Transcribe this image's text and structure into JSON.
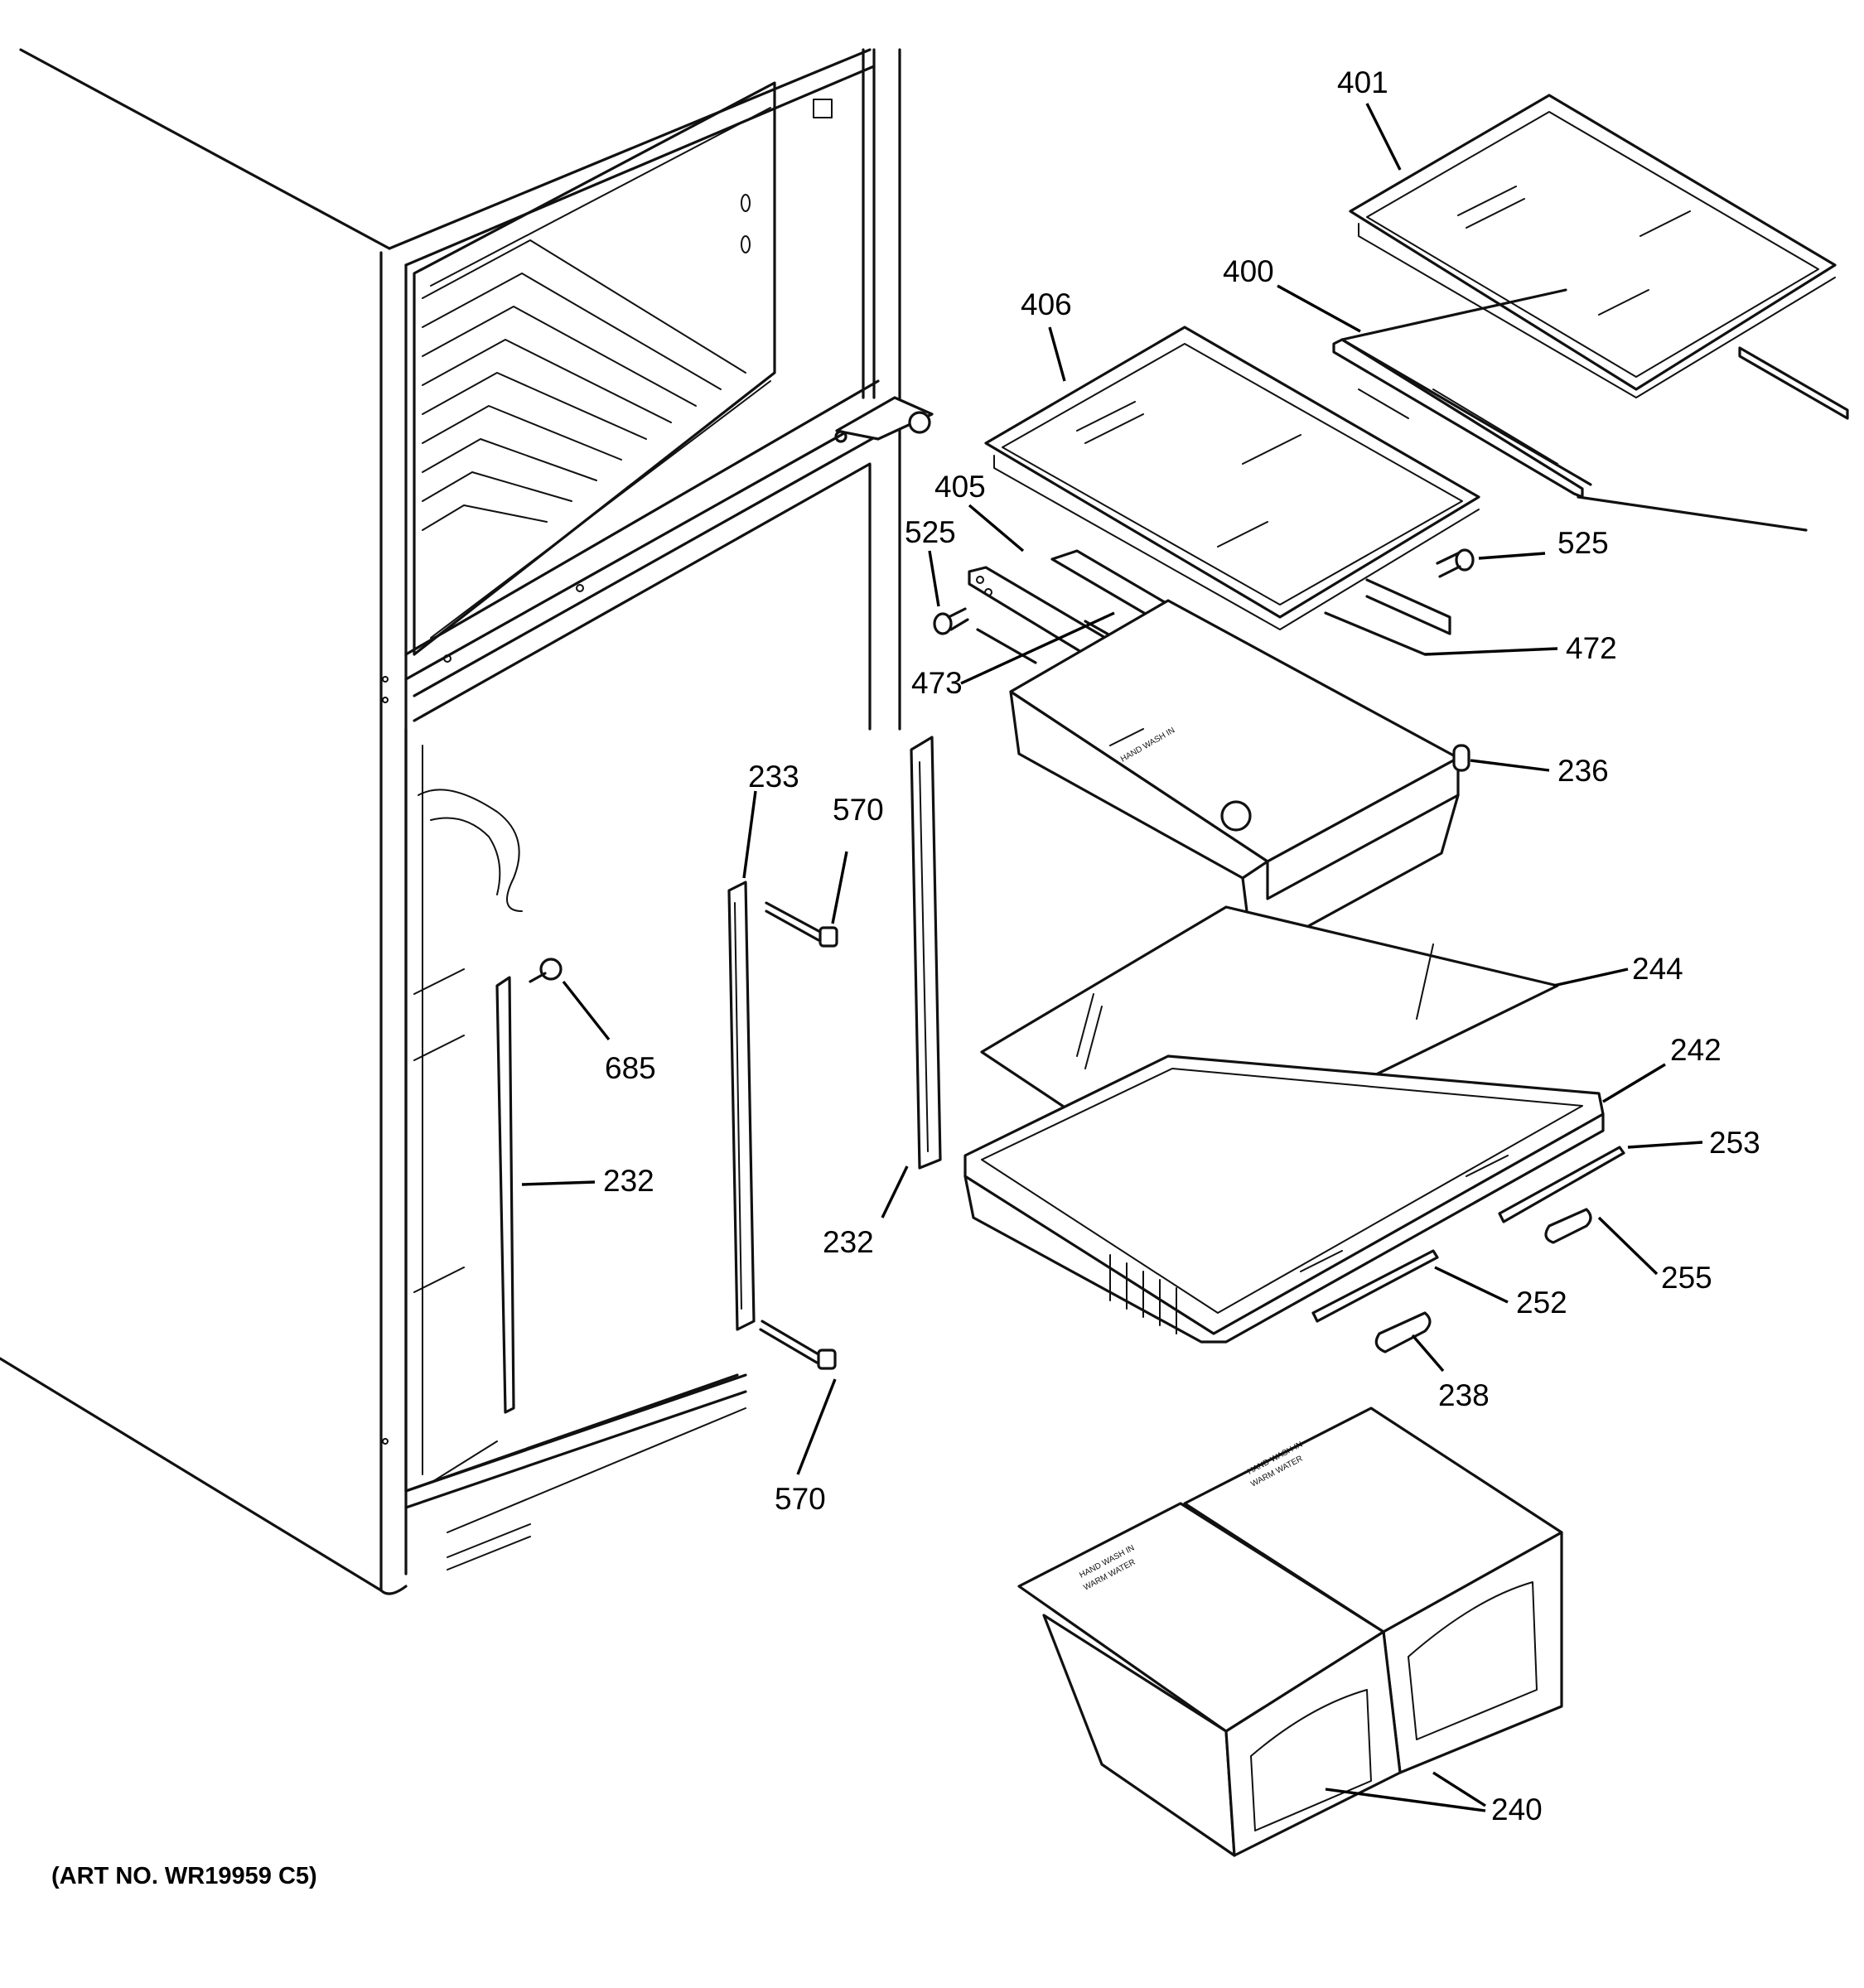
{
  "callouts": [
    {
      "id": "401",
      "label": "401"
    },
    {
      "id": "400",
      "label": "400"
    },
    {
      "id": "406",
      "label": "406"
    },
    {
      "id": "405",
      "label": "405"
    },
    {
      "id": "525a",
      "label": "525"
    },
    {
      "id": "525b",
      "label": "525"
    },
    {
      "id": "472",
      "label": "472"
    },
    {
      "id": "473",
      "label": "473"
    },
    {
      "id": "236",
      "label": "236"
    },
    {
      "id": "233",
      "label": "233"
    },
    {
      "id": "570a",
      "label": "570"
    },
    {
      "id": "570b",
      "label": "570"
    },
    {
      "id": "685",
      "label": "685"
    },
    {
      "id": "232a",
      "label": "232"
    },
    {
      "id": "232b",
      "label": "232"
    },
    {
      "id": "244",
      "label": "244"
    },
    {
      "id": "242",
      "label": "242"
    },
    {
      "id": "253",
      "label": "253"
    },
    {
      "id": "255",
      "label": "255"
    },
    {
      "id": "252",
      "label": "252"
    },
    {
      "id": "238",
      "label": "238"
    },
    {
      "id": "240",
      "label": "240"
    }
  ],
  "bin_labels": {
    "line1": "HAND WASH IN",
    "line2": "WARM WATER"
  },
  "caption": "(ART NO. WR19959 C5)"
}
